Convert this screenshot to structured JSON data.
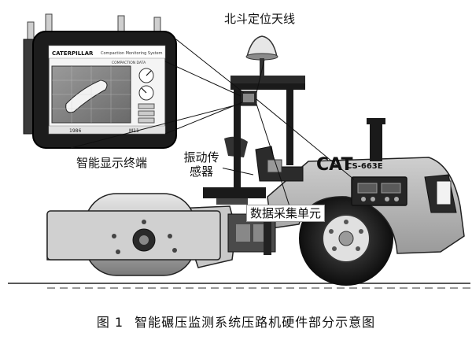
{
  "labels": {
    "beidou_antenna": "北斗定位天线",
    "smart_display": "智能显示终端",
    "vibration_sensor": "振动传感器",
    "data_acquisition": "数据采集单元"
  },
  "display_screen": {
    "brand": "CATERPILLAR",
    "title": "Compaction Monitoring System",
    "subtitle": "COMPACTION DATA",
    "status_left": "1986",
    "status_right": "M11"
  },
  "machine": {
    "brand": "CAT",
    "model": "CS-663E"
  },
  "caption": {
    "figure_no": "图 1",
    "text": "智能碾压监测系统压路机硬件部分示意图"
  },
  "colors": {
    "dark": "#1e1e1e",
    "mid": "#8a8a8a",
    "light": "#d6d6d6"
  }
}
